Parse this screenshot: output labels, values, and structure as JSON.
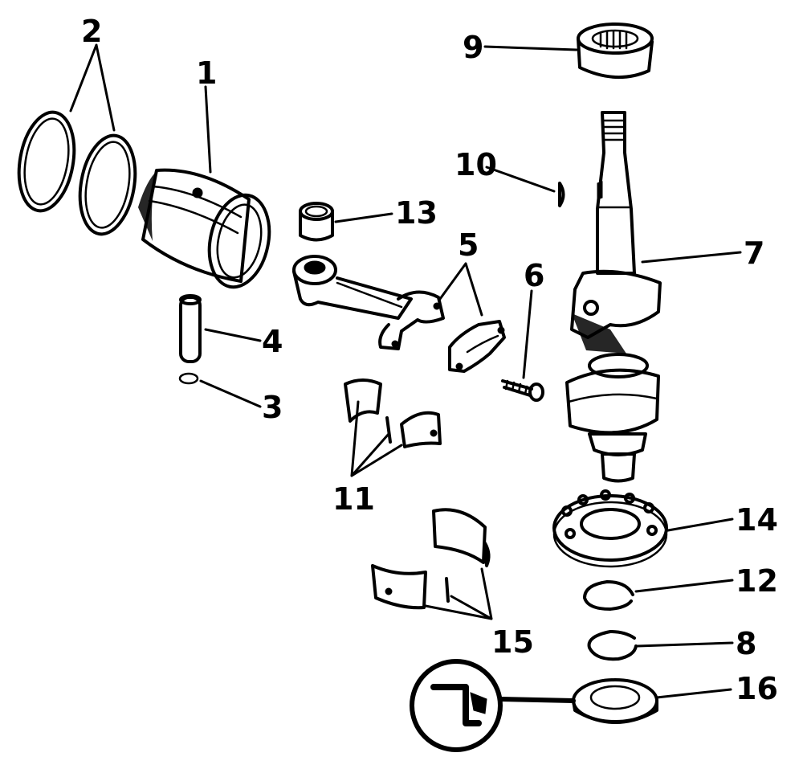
{
  "callouts": {
    "c1": "1",
    "c2": "2",
    "c3": "3",
    "c4": "4",
    "c5": "5",
    "c6": "6",
    "c7": "7",
    "c8": "8",
    "c9": "9",
    "c10": "10",
    "c11": "11",
    "c12": "12",
    "c13": "13",
    "c14": "14",
    "c15": "15",
    "c16": "16"
  },
  "parts": {
    "piston": "piston",
    "piston_rings": "piston-ring",
    "retaining_ring": "retaining-ring",
    "piston_pin": "piston-pin",
    "connecting_rod": "connecting-rod",
    "rod_screw": "rod-screw",
    "crankshaft": "crankshaft",
    "retaining_ring_lower": "retaining-ring",
    "upper_bearing": "roller-bearing",
    "key": "woodruff-key",
    "rod_bearing_halves": "bearing-half",
    "retainer_ring": "retainer-ring",
    "wrist_pin_bearing": "needle-bearing",
    "ball_bearing": "ball-bearing",
    "main_bearing_halves": "bearing-half",
    "oil_seal": "oil-seal",
    "inset_tool": "inset-tool"
  }
}
